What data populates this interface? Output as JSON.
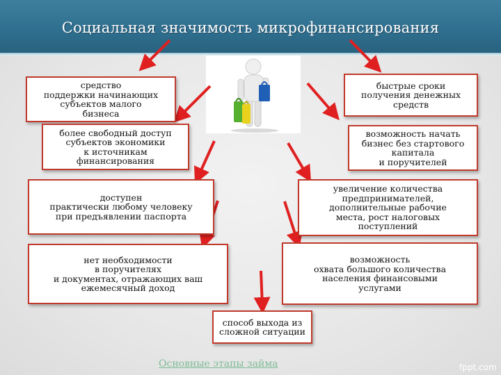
{
  "slide": {
    "title": "Социальная значимость микрофинансирования",
    "footer_link": "Основные этапы займа",
    "brand": "fppt.com"
  },
  "boxes": {
    "support": "средство\nподдержки начинающих\nсубъектов малого\nбизнеса",
    "fast_terms": "быстрые сроки\nполучения денежных\nсредств",
    "free_access": "более свободный доступ\nсубъектов экономики\nк источникам\nфинансирования",
    "start_business": "возможность начать\nбизнес без стартового\nкапитала\nи поручителей",
    "passport": "доступен\nпрактически любому человеку\nпри предъявлении паспорта",
    "entrepreneurs": "увеличение количества\nпредпринимателей,\nдополнительные рабочие\nместа, рост налоговых\nпоступлений",
    "no_guarantors": "нет необходимости\nв поручителях\nи документах, отражающих ваш\nежемесячный доход",
    "coverage": "возможность\nохвата большого количества\nнаселения финансовыми\nуслугами",
    "exit": "способ выхода из\nсложной ситуации"
  },
  "colors": {
    "header": "#2f6e8e",
    "box_border": "#c0392b",
    "arrow": "#e02020",
    "figure": "#ffffff",
    "shirt_blue": "#1f5fb5",
    "bag_green": "#55b030",
    "bag_yellow": "#e8d21e"
  }
}
